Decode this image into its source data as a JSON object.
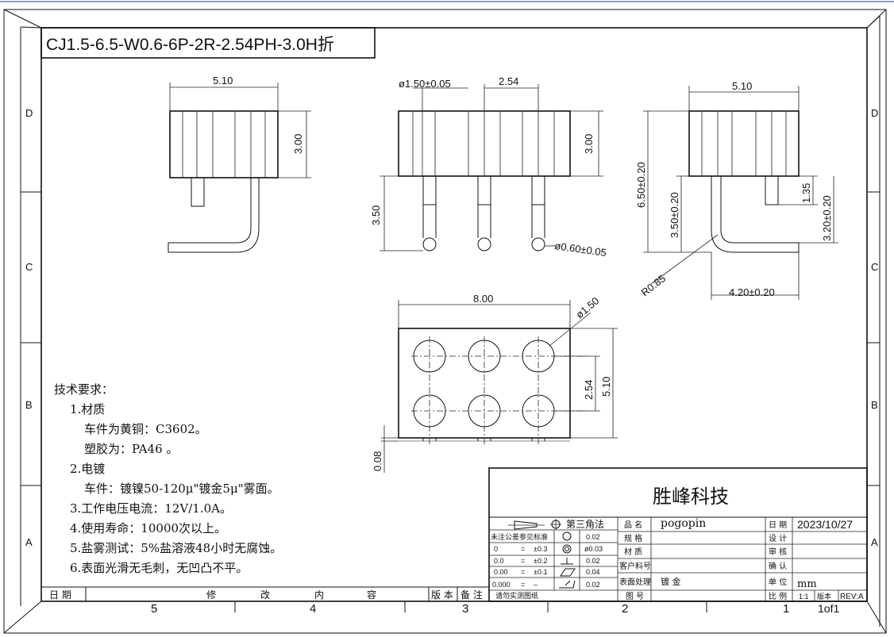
{
  "title": "CJ1.5-6.5-W0.6-6P-2R-2.54PH-3.0H折",
  "zone_rows": [
    "D",
    "C",
    "B",
    "A"
  ],
  "zone_cols": [
    "5",
    "4",
    "3",
    "2",
    "1"
  ],
  "dimensions": {
    "front_width": "5.10",
    "front_height": "3.00",
    "side_diameter": "ø1.50±0.05",
    "side_pitch": "2.54",
    "side_height": "3.00",
    "side_pin_length": "3.50",
    "side_pin_diameter": "ø0.60±0.05",
    "right_width": "5.10",
    "right_total_height": "6.50±0.20",
    "right_pin_bend": "3.50±0.20",
    "right_short_pin": "1.35",
    "right_bent_drop": "3.20±0.20",
    "right_bend_radius": "R0.85",
    "right_bent_length": "4.20±0.20",
    "top_length": "8.00",
    "top_hole": "ø1.50",
    "top_pitch": "2.54",
    "top_width": "5.10",
    "top_gap": "0.08"
  },
  "notes": {
    "heading": "技术要求：",
    "lines": [
      "1.材质",
      "车件为黄铜：C3602。",
      "塑胶为：PA46 。",
      "2.电镀",
      "车件：镀镍50-120μ\"镀金5μ\"雾面。",
      "3.工作电压电流：12V/1.0A。",
      "4.使用寿命：10000次以上。",
      "5.盐雾测试：5%盐溶液48小时无腐蚀。",
      "6.表面光滑无毛刺，无凹凸不平。"
    ]
  },
  "title_block": {
    "company": "胜峰科技",
    "projection": "第三角法",
    "tolerance_header": "未注公差参见标准",
    "tolerances": [
      {
        "key": "0",
        "eq": "=",
        "val": "±0.3",
        "sym_val": "0.02"
      },
      {
        "key": "0.0",
        "eq": "=",
        "val": "±0.2",
        "sym_val": "ø0.03"
      },
      {
        "key": "0.00",
        "eq": "=",
        "val": "±0.1",
        "sym_val": "0.02"
      },
      {
        "key": "0.000",
        "eq": "=",
        "val": "–",
        "sym_val": "0.04"
      }
    ],
    "extra_sym_val": "0.02",
    "labels": {
      "product": "品 名",
      "spec": "规 格",
      "material": "材 质",
      "customer_no": "客户料号",
      "surface": "表面处理",
      "drawing_no": "图 号",
      "date": "日 期",
      "design": "设 计",
      "review": "审 核",
      "confirm": "确 认",
      "unit": "单 位",
      "scale": "比 例",
      "version": "版本"
    },
    "values": {
      "product": "pogopin",
      "date": "2023/10/27",
      "surface": "镀 金",
      "unit": "mm",
      "scale": "1:1",
      "revision": "REV:A"
    },
    "note": "请勿实测图纸"
  },
  "revision_row": {
    "date": "日 期",
    "modify_chars": [
      "修",
      "改",
      "内",
      "容"
    ],
    "version": "版 本",
    "remark": "备 注"
  },
  "sheet": "1of1"
}
